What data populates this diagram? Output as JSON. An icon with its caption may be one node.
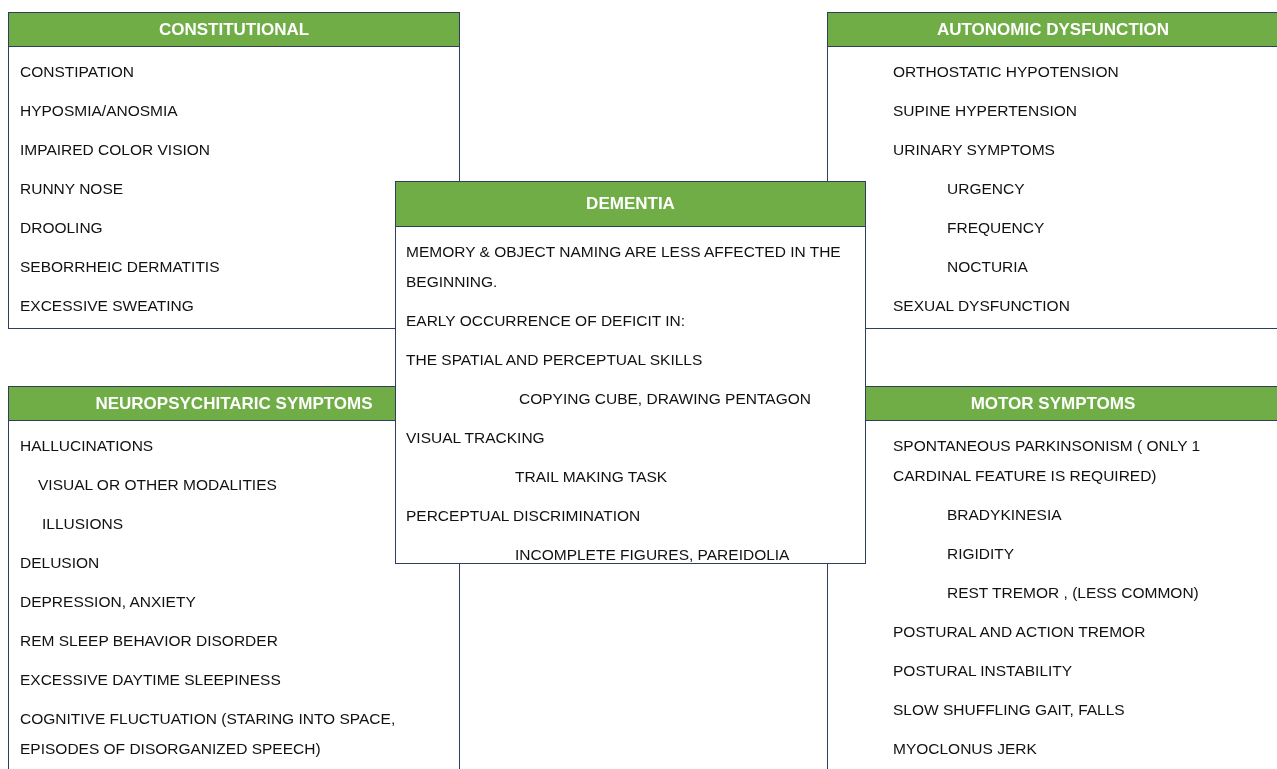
{
  "diagram": {
    "nodes": [
      {
        "text": [
          "CONSTITUTIONAL",
          "CONSTIPATION",
          "HYPOSMIA/ANOSMIA",
          "IMPAIRED COLOR VISION",
          "RUNNY NOSE",
          "DROOLING",
          "SEBORRHEIC DERMATITIS",
          "EXCESSIVE SWEATING"
        ]
      },
      {
        "text": [
          "AUTONOMIC DYSFUNCTION",
          "ORTHOSTATIC HYPOTENSION",
          "SUPINE HYPERTENSION",
          "URINARY SYMPTOMS",
          "URGENCY",
          "FREQUENCY",
          "NOCTURIA",
          "SEXUAL DYSFUNCTION"
        ]
      },
      {
        "text": [
          "DEMENTIA",
          "MEMORY & OBJECT NAMING ARE LESS AFFECTED IN THE BEGINNING.",
          "EARLY OCCURRENCE OF DEFICIT IN:",
          "THE SPATIAL AND PERCEPTUAL SKILLS",
          "COPYING CUBE, DRAWING PENTAGON",
          "VISUAL TRACKING",
          "TRAIL MAKING TASK",
          "PERCEPTUAL DISCRIMINATION",
          "INCOMPLETE FIGURES, PAREIDOLIA"
        ]
      },
      {
        "text": [
          "NEUROPSYCHITARIC SYMPTOMS",
          "HALLUCINATIONS",
          "VISUAL OR OTHER MODALITIES",
          "ILLUSIONS",
          "DELUSION",
          "DEPRESSION, ANXIETY",
          "REM SLEEP BEHAVIOR DISORDER",
          "EXCESSIVE DAYTIME SLEEPINESS",
          "COGNITIVE FLUCTUATION (STARING INTO SPACE, EPISODES OF DISORGANIZED SPEECH)"
        ]
      },
      {
        "text": [
          "MOTOR  SYMPTOMS",
          "SPONTANEOUS PARKINSONISM ( ONLY 1 CARDINAL FEATURE IS REQUIRED)",
          "BRADYKINESIA",
          "RIGIDITY",
          "REST TREMOR , (LESS COMMON)",
          "POSTURAL AND ACTION TREMOR",
          "POSTURAL INSTABILITY",
          "SLOW SHUFFLING GAIT, FALLS",
          "MYOCLONUS JERK"
        ]
      }
    ]
  }
}
